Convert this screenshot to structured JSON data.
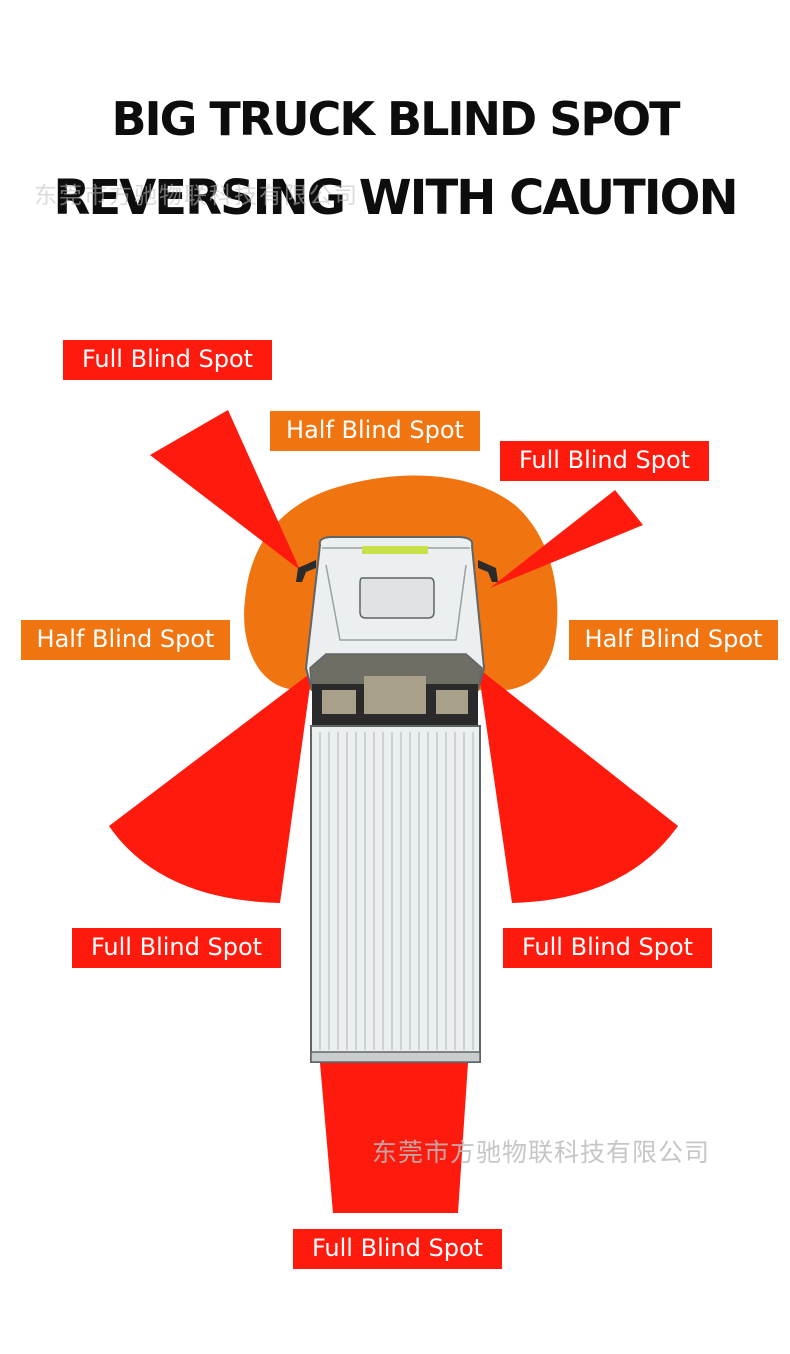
{
  "title": {
    "line1": "BIG TRUCK BLIND SPOT",
    "line2": "REVERSING WITH CAUTION"
  },
  "watermark": {
    "top": "东莞市方驰物联科技有限公司",
    "bottom": "东莞市方驰物联科技有限公司"
  },
  "colors": {
    "full_blind_spot": "#ff1a0e",
    "half_blind_spot": "#f07510",
    "truck_body": "#ecefef",
    "truck_outline": "#606568",
    "text_dark": "#0d0d0d"
  },
  "zones": {
    "front_left": "Full Blind Spot",
    "front": "Half Blind Spot",
    "front_right": "Full Blind Spot",
    "left": "Half Blind Spot",
    "right": "Half Blind Spot",
    "rear_left": "Full Blind Spot",
    "rear_right": "Full Blind Spot",
    "rear": "Full Blind Spot"
  }
}
